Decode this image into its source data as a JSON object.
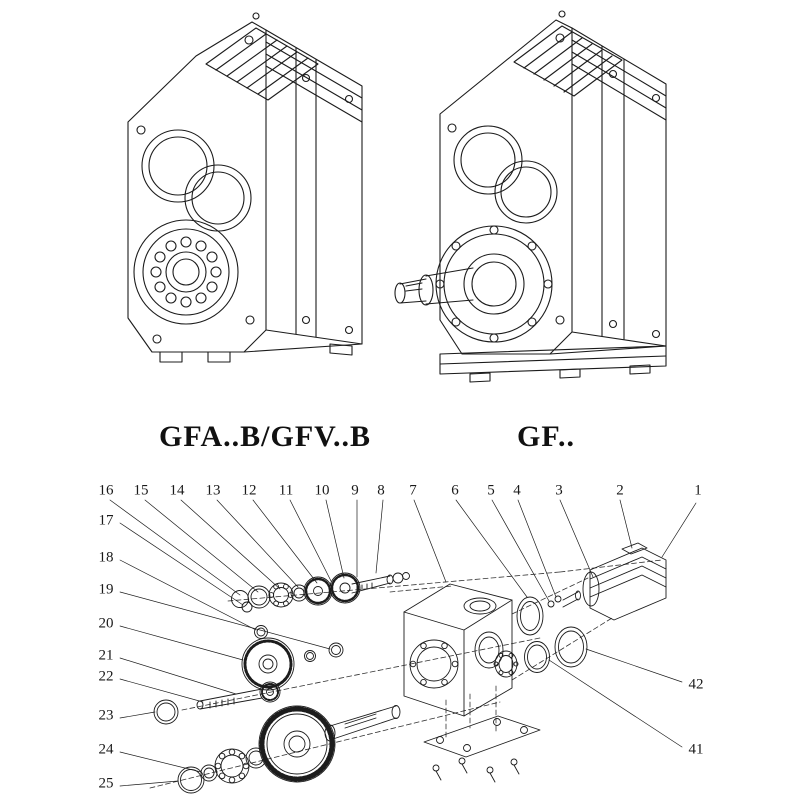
{
  "page": {
    "background": "#ffffff",
    "line_color": "#1c1c1c"
  },
  "models": {
    "left_label": "GFA..B/GFV..B",
    "right_label": "GF.."
  },
  "exploded": {
    "top_row": [
      "16",
      "15",
      "14",
      "13",
      "12",
      "11",
      "10",
      "9",
      "8",
      "7",
      "6",
      "5",
      "4",
      "3",
      "2",
      "1"
    ],
    "left_column": [
      "17",
      "18",
      "19",
      "20",
      "21",
      "22",
      "23",
      "24",
      "25"
    ],
    "right_column": [
      "42",
      "41"
    ]
  }
}
